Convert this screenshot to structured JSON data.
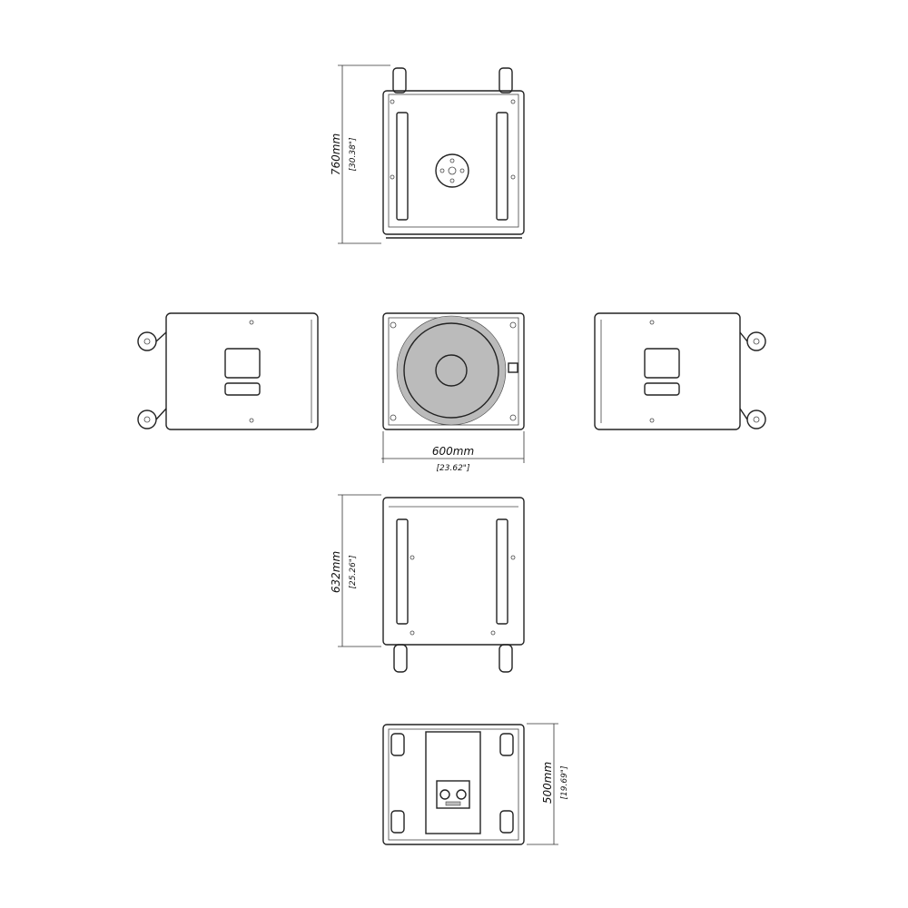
{
  "dimensions": {
    "depth": {
      "mm": "760mm",
      "inch": "[30.38\"]"
    },
    "width": {
      "mm": "600mm",
      "inch": "[23.62\"]"
    },
    "height": {
      "mm": "632mm",
      "inch": "[25.26\"]"
    },
    "depth_rear": {
      "mm": "500mm",
      "inch": "[19.69\"]"
    }
  },
  "colors": {
    "line": "#222222",
    "background": "#ffffff"
  }
}
